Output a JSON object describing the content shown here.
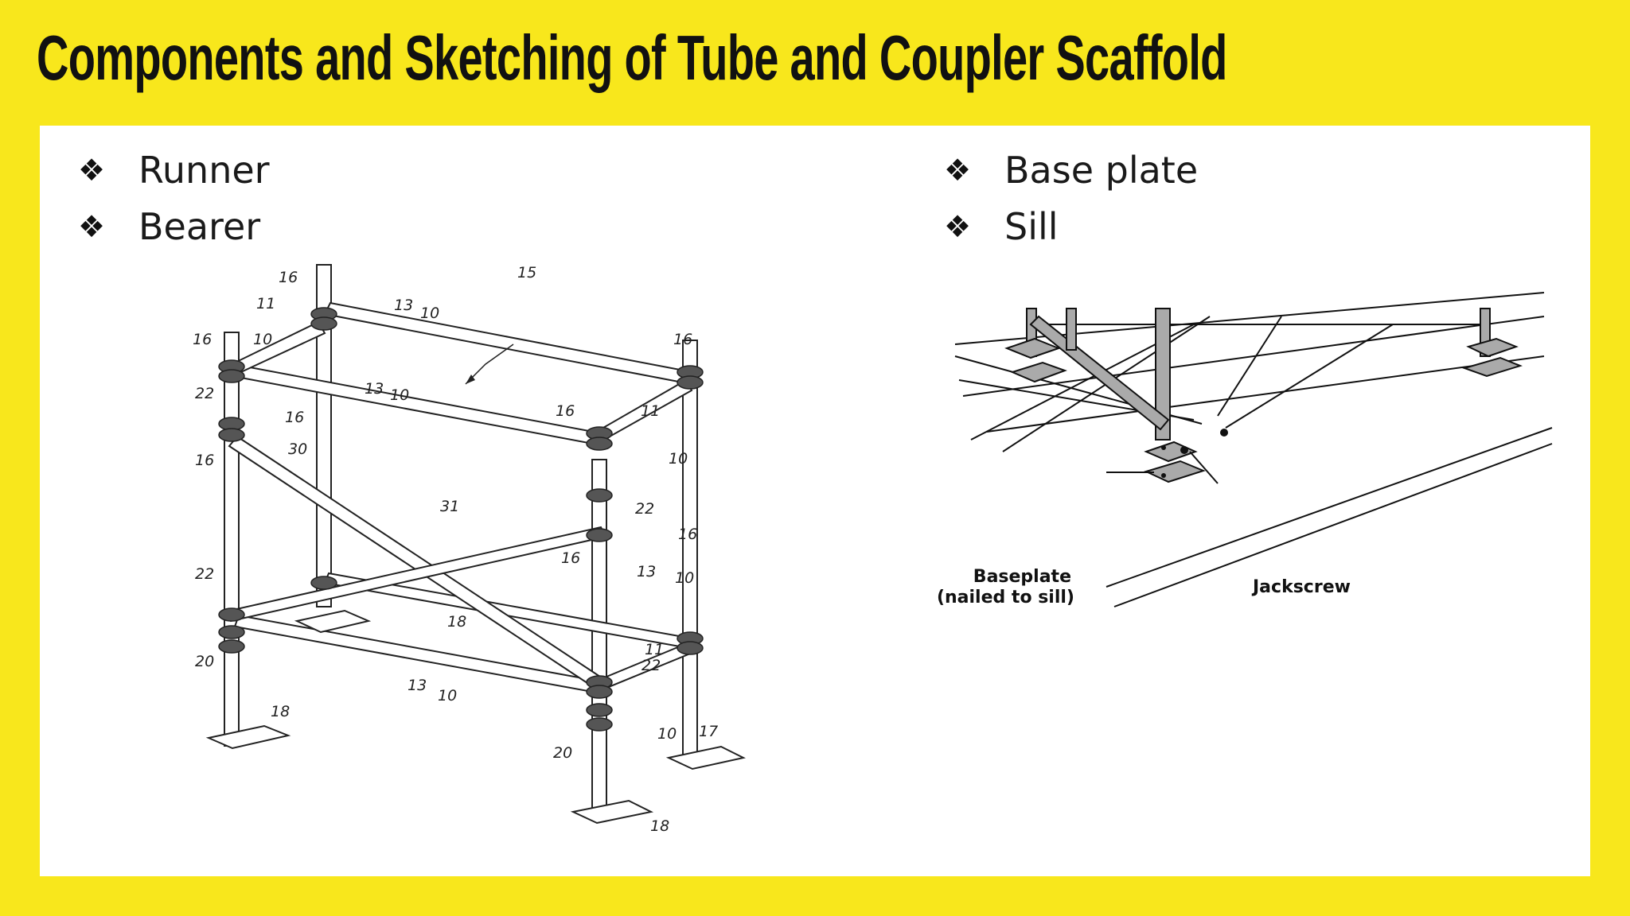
{
  "slide": {
    "title": "Components and Sketching of Tube and Coupler Scaffold"
  },
  "left_bullets": [
    "Runner",
    "Bearer"
  ],
  "right_bullets": [
    "Base plate",
    "Sill"
  ],
  "bullet_glyph": "❖",
  "left_figure": {
    "labels": [
      "16",
      "15",
      "11",
      "13",
      "10",
      "16",
      "10",
      "16",
      "13",
      "10",
      "22",
      "16",
      "16",
      "11",
      "16",
      "30",
      "10",
      "31",
      "22",
      "16",
      "16",
      "22",
      "13",
      "10",
      "18",
      "11",
      "20",
      "13",
      "10",
      "22",
      "18",
      "10",
      "17",
      "20",
      "18"
    ]
  },
  "right_figure": {
    "baseplate_line1": "Baseplate",
    "baseplate_line2": "(nailed to sill)",
    "jackscrew": "Jackscrew"
  },
  "colors": {
    "background": "#f8e71c",
    "panel": "#ffffff",
    "ink": "#111111"
  }
}
